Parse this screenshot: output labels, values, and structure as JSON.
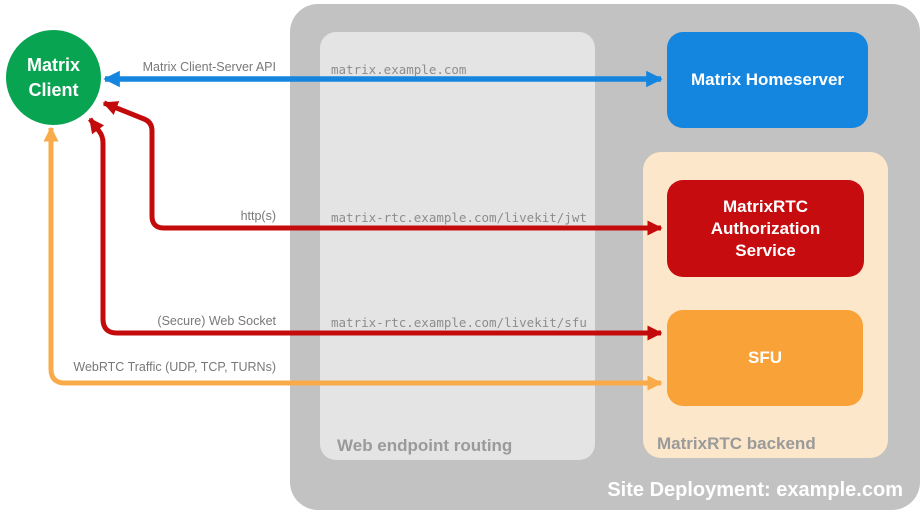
{
  "diagram_title": "Site Deployment: example.com",
  "client": {
    "label": "Matrix Client"
  },
  "containers": {
    "web_routing": {
      "label": "Web endpoint routing"
    },
    "backend": {
      "label": "MatrixRTC backend"
    }
  },
  "nodes": {
    "homeserver": {
      "label": "Matrix Homeserver",
      "color": "#1486e0"
    },
    "auth_service": {
      "label": "MatrixRTC Authorization Service",
      "color": "#c70c10"
    },
    "sfu": {
      "label": "SFU",
      "color": "#f8a237"
    }
  },
  "connections": [
    {
      "label": "Matrix Client-Server API",
      "endpoint": "matrix.example.com",
      "color": "#1486e0",
      "from": "Matrix Client",
      "to": "Matrix Homeserver",
      "bidirectional": true
    },
    {
      "label": "http(s)",
      "endpoint": "matrix-rtc.example.com/livekit/jwt",
      "color": "#c30b0c",
      "from": "Matrix Client",
      "to": "MatrixRTC Authorization Service",
      "bidirectional": true
    },
    {
      "label": "(Secure) Web Socket",
      "endpoint": "matrix-rtc.example.com/livekit/sfu",
      "color": "#c30b0c",
      "from": "Matrix Client",
      "to": "SFU",
      "bidirectional": true
    },
    {
      "label": "WebRTC Traffic (UDP, TCP, TURNs)",
      "endpoint": "",
      "color": "#f9ab49",
      "from": "Matrix Client",
      "to": "SFU",
      "bidirectional": true
    }
  ],
  "colors": {
    "site_container": "#c2c2c2",
    "routing_container": "#e4e4e4",
    "backend_container": "#fce7cb",
    "client_green": "#09a451",
    "label_gray": "#787878"
  }
}
